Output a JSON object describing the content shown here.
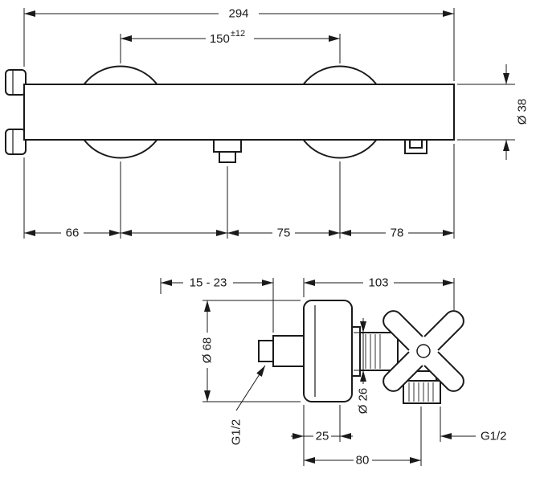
{
  "front_view": {
    "overall_width": "294",
    "hole_distance": "150",
    "hole_distance_tolerance": "±12",
    "body_diameter": "Ø 38",
    "left_end_to_hole": "66",
    "outlet_to_hole": "75",
    "hole_to_right_end": "78"
  },
  "side_view": {
    "wall_distance_range": "15 - 23",
    "depth": "103",
    "escutcheon_diameter": "Ø 68",
    "connector_diameter": "Ø 26",
    "inlet_thread": "G1/2",
    "outlet_thread": "G1/2",
    "outlet_offset": "25",
    "outlet_distance": "80"
  },
  "colors": {
    "line": "#1a1a1a",
    "background": "#ffffff"
  }
}
